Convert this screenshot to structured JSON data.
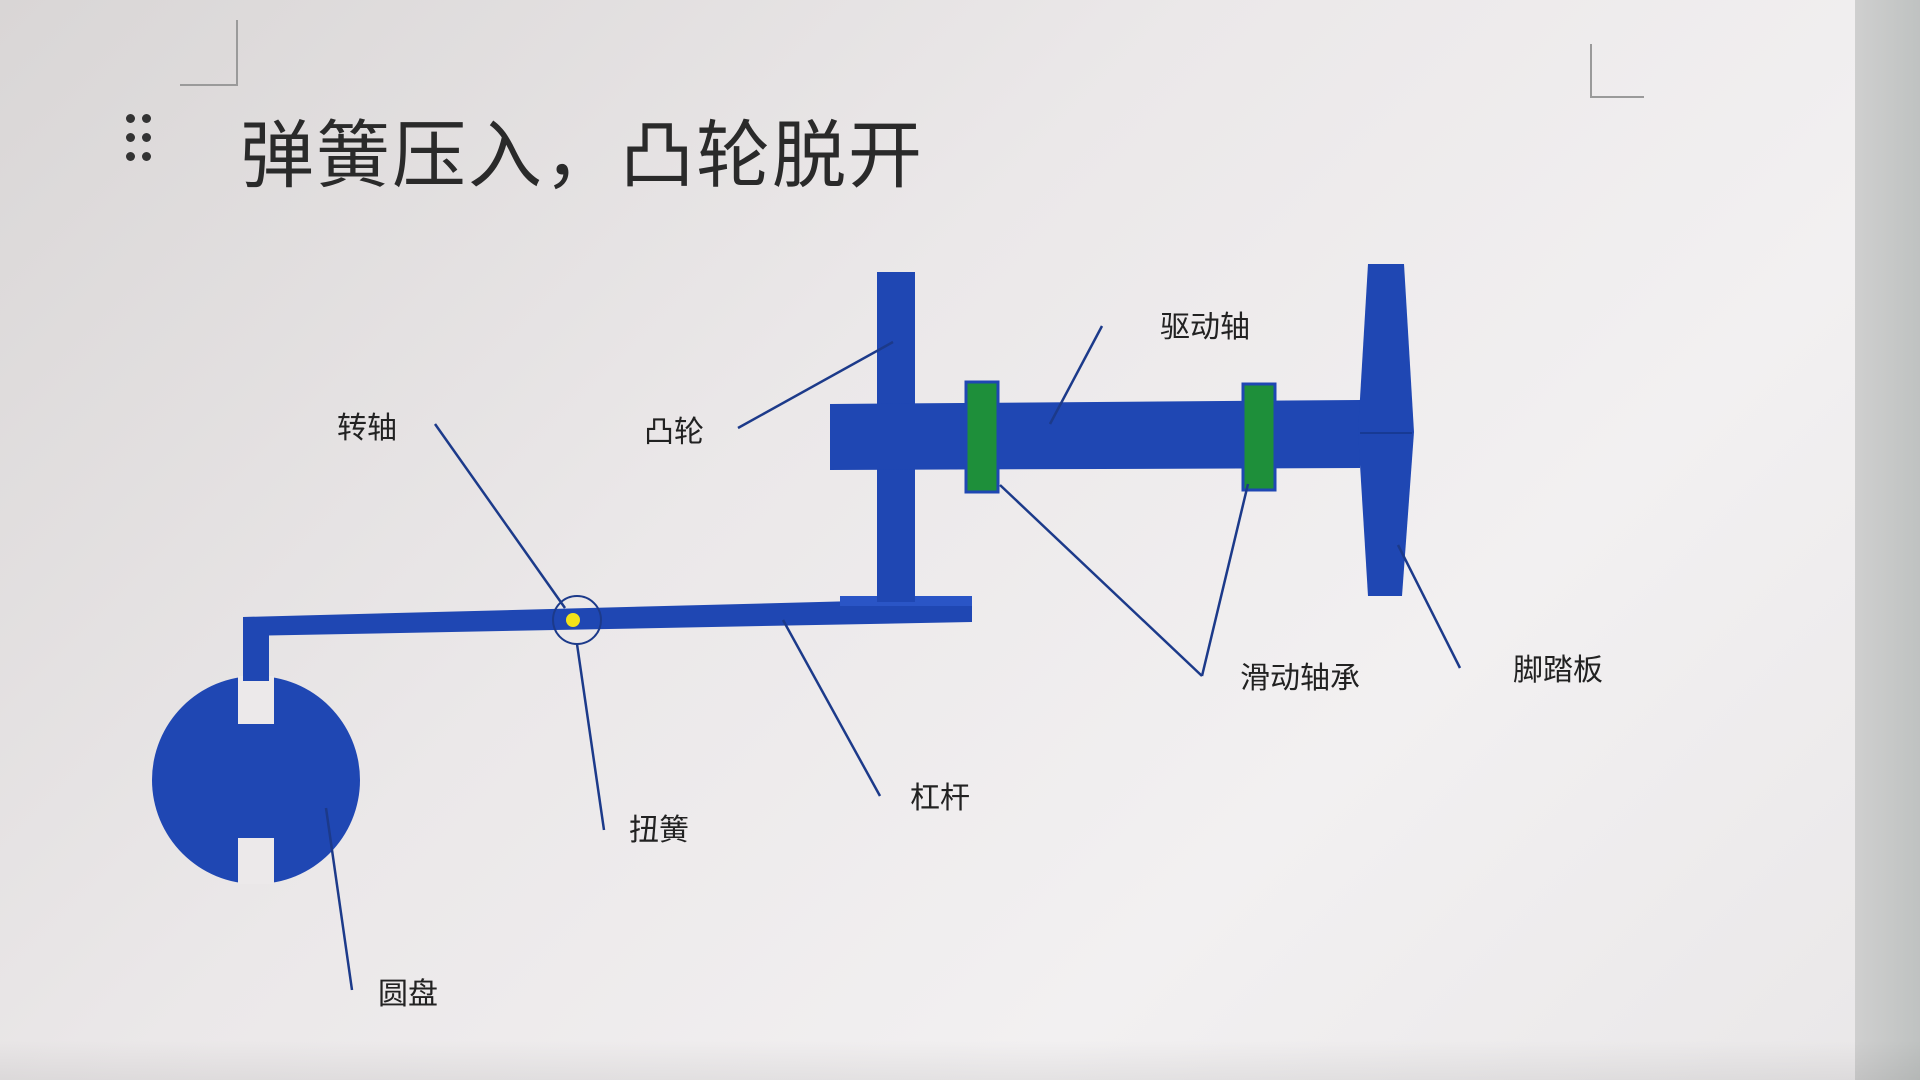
{
  "slide": {
    "title": "弹簧压入，凸轮脱开"
  },
  "diagram": {
    "labels": {
      "shaft_pivot": "转轴",
      "cam": "凸轮",
      "drive_shaft": "驱动轴",
      "sliding_bearing": "滑动轴承",
      "pedal": "脚踏板",
      "lever": "杠杆",
      "torsion_spring": "扭簧",
      "disc": "圆盘"
    },
    "colors": {
      "part_blue": "#1f47b3",
      "part_blue_light": "#2a55c6",
      "bearing_green": "#1e8f3a",
      "pivot_yellow": "#f2e21a",
      "leader_line": "#1c3a8a"
    }
  }
}
